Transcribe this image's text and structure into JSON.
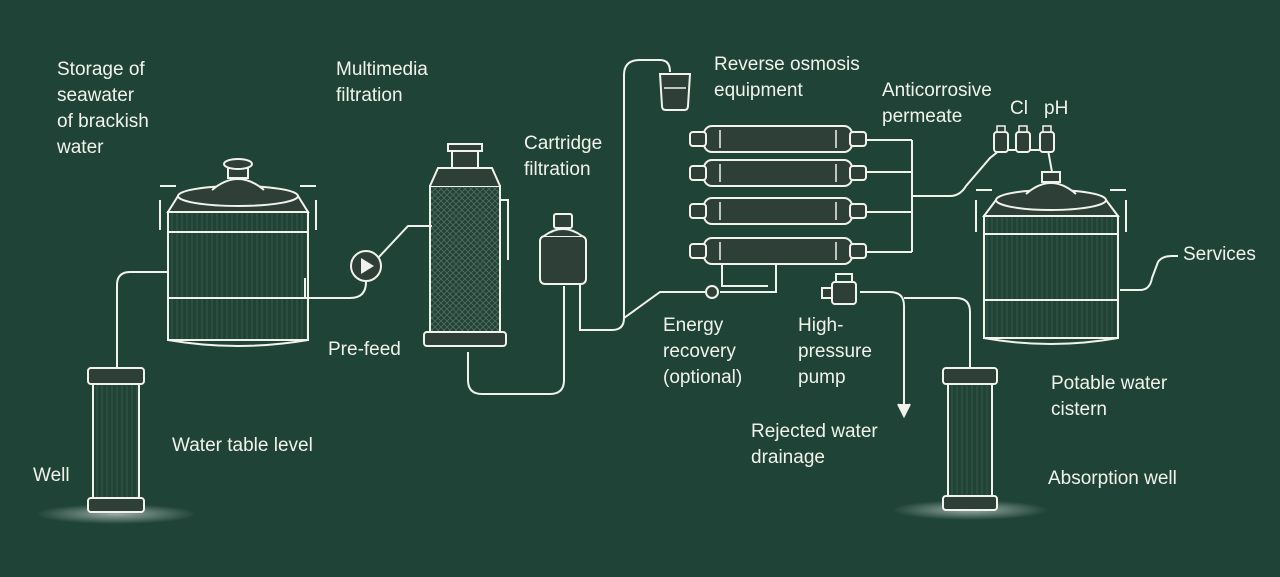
{
  "colors": {
    "background": "#1f4437",
    "line": "#f2f2ec",
    "equipment_fill": "#2e3f38",
    "equipment_hatch": "#556a61"
  },
  "labels": {
    "storage_line1": "Storage of",
    "storage_line2": "seawater",
    "storage_line3": "of brackish",
    "storage_line4": "water",
    "multimedia_line1": "Multimedia",
    "multimedia_line2": "filtration",
    "cartridge_line1": "Cartridge",
    "cartridge_line2": "filtration",
    "ro_line1": "Reverse osmosis",
    "ro_line2": "equipment",
    "anticorrosive_line1": "Anticorrosive",
    "anticorrosive_line2": "permeate",
    "cl": "Cl",
    "ph": "pH",
    "services": "Services",
    "prefeed": "Pre-feed",
    "energy_line1": "Energy",
    "energy_line2": "recovery",
    "energy_line3": "(optional)",
    "hp_line1": "High-",
    "hp_line2": "pressure",
    "hp_line3": "pump",
    "potable_line1": "Potable water",
    "potable_line2": "cistern",
    "water_table": "Water table level",
    "well": "Well",
    "rejected_line1": "Rejected water",
    "rejected_line2": "drainage",
    "absorption": "Absorption well"
  }
}
